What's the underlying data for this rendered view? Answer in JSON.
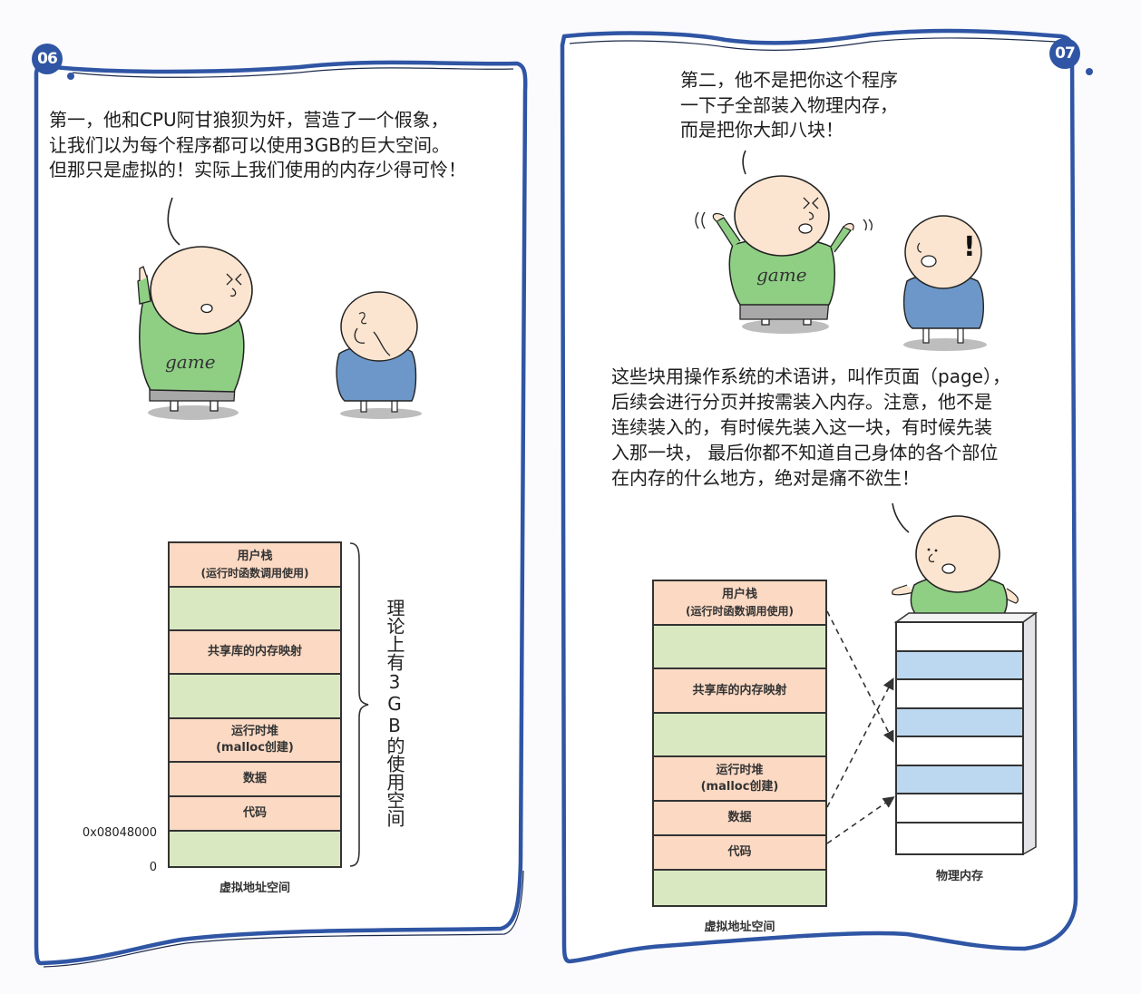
{
  "panels": [
    {
      "badge": "06",
      "speech": "第一，他和CPU阿甘狼狈为奸，营造了一个假象，\n让我们以为每个程序都可以使用3GB的巨大空间。\n但那只是虚拟的！实际上我们使用的内存少得可怜！",
      "characters": [
        {
          "role": "speaker",
          "shirt_text": "game",
          "shirt_color": "#8fcf84"
        },
        {
          "role": "listener",
          "shirt_color": "#6d97c8"
        }
      ],
      "diagram": {
        "caption": "虚拟地址空间",
        "brace_label": "理论上有3GB的使用空间",
        "address_labels": [
          "0x08048000",
          "0"
        ],
        "segments": [
          {
            "label": "用户栈",
            "sublabel": "(运行时函数调用使用)",
            "color": "orange"
          },
          {
            "label": "",
            "sublabel": "",
            "color": "green"
          },
          {
            "label": "共享库的内存映射",
            "sublabel": "",
            "color": "orange"
          },
          {
            "label": "",
            "sublabel": "",
            "color": "green"
          },
          {
            "label": "运行时堆",
            "sublabel": "(malloc创建)",
            "color": "orange"
          },
          {
            "label": "数据",
            "sublabel": "",
            "color": "orange"
          },
          {
            "label": "代码",
            "sublabel": "",
            "color": "orange"
          },
          {
            "label": "",
            "sublabel": "",
            "color": "green"
          }
        ]
      }
    },
    {
      "badge": "07",
      "speech": "第二，他不是把你这个程序\n一下子全部装入物理内存，\n而是把你大卸八块！",
      "exclaim": "!",
      "characters": [
        {
          "role": "speaker",
          "shirt_text": "game",
          "shirt_color": "#8fcf84"
        },
        {
          "role": "listener",
          "shirt_color": "#6d97c8"
        },
        {
          "role": "sitter",
          "shirt_color": "#8fcf84"
        }
      ],
      "explanation": "这些块用操作系统的术语讲，叫作页面（page），\n后续会进行分页并按需装入内存。注意，他不是\n连续装入的，有时候先装入这一块，有时候先装\n入那一块， 最后你都不知道自己身体的各个部位\n在内存的什么地方，绝对是痛不欲生！",
      "diagram": {
        "virtual_caption": "虚拟地址空间",
        "physical_caption": "物理内存",
        "segments": [
          {
            "label": "用户栈",
            "sublabel": "(运行时函数调用使用)",
            "color": "orange"
          },
          {
            "label": "",
            "sublabel": "",
            "color": "green"
          },
          {
            "label": "共享库的内存映射",
            "sublabel": "",
            "color": "orange"
          },
          {
            "label": "",
            "sublabel": "",
            "color": "green"
          },
          {
            "label": "运行时堆",
            "sublabel": "(malloc创建)",
            "color": "orange"
          },
          {
            "label": "数据",
            "sublabel": "",
            "color": "orange"
          },
          {
            "label": "代码",
            "sublabel": "",
            "color": "orange"
          },
          {
            "label": "",
            "sublabel": "",
            "color": "green"
          }
        ],
        "physical_pages": [
          "white",
          "blue",
          "white",
          "blue",
          "white",
          "blue",
          "white",
          "white"
        ],
        "mappings": [
          {
            "from": "用户栈",
            "to_page": 3
          },
          {
            "from": "数据",
            "to_page": 1
          },
          {
            "from": "代码",
            "to_page": 5
          }
        ]
      }
    }
  ],
  "colors": {
    "frame_blue": "#2f55a4",
    "segment_orange": "#fbd9c3",
    "segment_green": "#d9e8c1",
    "page_blue": "#bcd8f0"
  }
}
